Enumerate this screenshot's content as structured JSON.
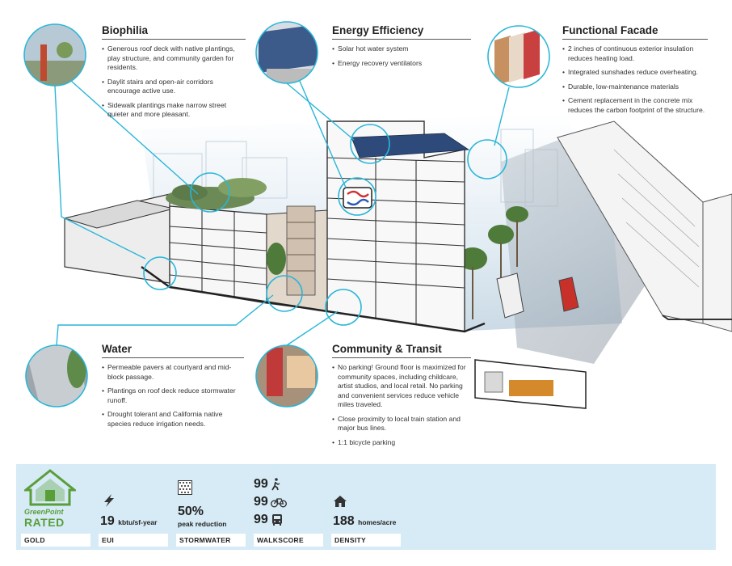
{
  "sections": [
    {
      "id": "biophilia",
      "title": "Biophilia",
      "items": [
        "Generous roof deck with native plantings, play structure, and community garden for residents.",
        "Daylit stairs and open-air corridors encourage active use.",
        "Sidewalk plantings make narrow street quieter and more pleasant."
      ]
    },
    {
      "id": "energy",
      "title": "Energy Efficiency",
      "items": [
        "Solar hot water system",
        "Energy recovery ventilators"
      ]
    },
    {
      "id": "facade",
      "title": "Functional Facade",
      "items": [
        "2 inches of continuous exterior insulation reduces heating load.",
        "Integrated sunshades reduce overheating.",
        "Durable, low-maintenance materials",
        "Cement replacement in the concrete mix reduces the carbon footprint of the structure."
      ]
    },
    {
      "id": "water",
      "title": "Water",
      "items": [
        "Permeable pavers at courtyard and mid-block passage.",
        "Plantings on roof deck reduce stormwater runoff.",
        "Drought tolerant and California native species reduce irrigation needs."
      ]
    },
    {
      "id": "community",
      "title": "Community & Transit",
      "items": [
        "No parking! Ground floor is maximized for community spaces, including childcare, artist studios, and local retail. No parking and convenient services reduce vehicle miles traveled.",
        "Close proximity to local train station and major bus lines.",
        "1:1 bicycle parking"
      ]
    }
  ],
  "stats": {
    "gold": {
      "logo_line1": "GreenPoint",
      "logo_line2": "RATED",
      "label": "GOLD"
    },
    "eui": {
      "value": "19",
      "unit": "kbtu/sf-year",
      "label": "EUI",
      "icon": "lightning-icon"
    },
    "storm": {
      "value": "50%",
      "unit": "peak reduction",
      "label": "STORMWATER",
      "icon": "permeable-grid-icon"
    },
    "walk": {
      "walk": "99",
      "bike": "99",
      "transit": "99",
      "label": "WALKSCORE"
    },
    "density": {
      "value": "188",
      "unit": "homes/acre",
      "label": "DENSITY",
      "icon": "home-icon"
    }
  },
  "colors": {
    "callout": "#29b6d8",
    "panel_bg": "#d6ebf6",
    "logo_green": "#5a9e3a"
  }
}
